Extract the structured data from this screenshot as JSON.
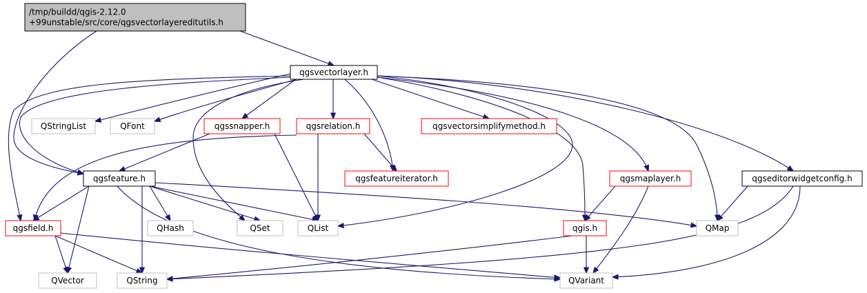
{
  "colors": {
    "edge": "#191970",
    "root_fill": "#bfbfbf",
    "root_border": "#000000",
    "documented_border": "#000000",
    "linked_border": "#ff0000",
    "external_border": "#bfbfbf",
    "node_fill": "#ffffff"
  },
  "nodes": [
    {
      "id": "root",
      "lines": [
        "/tmp/buildd/qgis-2.12.0",
        "+99unstable/src/core/qgsvectorlayereditutils.h"
      ],
      "kind": "root"
    },
    {
      "id": "qgsvectorlayer",
      "lines": [
        "qgsvectorlayer.h"
      ],
      "kind": "documented"
    },
    {
      "id": "qstringlist",
      "lines": [
        "QStringList"
      ],
      "kind": "external"
    },
    {
      "id": "qfont",
      "lines": [
        "QFont"
      ],
      "kind": "external"
    },
    {
      "id": "qgssnapper",
      "lines": [
        "qgssnapper.h"
      ],
      "kind": "linked"
    },
    {
      "id": "qgsrelation",
      "lines": [
        "qgsrelation.h"
      ],
      "kind": "linked"
    },
    {
      "id": "qgsvectorsimplifymethod",
      "lines": [
        "qgsvectorsimplifymethod.h"
      ],
      "kind": "linked"
    },
    {
      "id": "qgsfeature",
      "lines": [
        "qgsfeature.h"
      ],
      "kind": "documented"
    },
    {
      "id": "qgsfeatureiterator",
      "lines": [
        "qgsfeatureiterator.h"
      ],
      "kind": "linked"
    },
    {
      "id": "qgsmaplayer",
      "lines": [
        "qgsmaplayer.h"
      ],
      "kind": "linked"
    },
    {
      "id": "qgseditorwidgetconfig",
      "lines": [
        "qgseditorwidgetconfig.h"
      ],
      "kind": "documented"
    },
    {
      "id": "qgsfield",
      "lines": [
        "qgsfield.h"
      ],
      "kind": "linked"
    },
    {
      "id": "qhash",
      "lines": [
        "QHash"
      ],
      "kind": "external"
    },
    {
      "id": "qset",
      "lines": [
        "QSet"
      ],
      "kind": "external"
    },
    {
      "id": "qlist",
      "lines": [
        "QList"
      ],
      "kind": "external"
    },
    {
      "id": "qgis",
      "lines": [
        "qgis.h"
      ],
      "kind": "linked"
    },
    {
      "id": "qmap",
      "lines": [
        "QMap"
      ],
      "kind": "external"
    },
    {
      "id": "qvector",
      "lines": [
        "QVector"
      ],
      "kind": "external"
    },
    {
      "id": "qstring",
      "lines": [
        "QString"
      ],
      "kind": "external"
    },
    {
      "id": "qvariant",
      "lines": [
        "QVariant"
      ],
      "kind": "external"
    }
  ],
  "edges": [
    {
      "from": "root",
      "to": "qgsvectorlayer"
    },
    {
      "from": "root",
      "to": "qgsfeature"
    },
    {
      "from": "qgsvectorlayer",
      "to": "qstringlist"
    },
    {
      "from": "qgsvectorlayer",
      "to": "qfont"
    },
    {
      "from": "qgsvectorlayer",
      "to": "qgssnapper"
    },
    {
      "from": "qgsvectorlayer",
      "to": "qgsrelation"
    },
    {
      "from": "qgsvectorlayer",
      "to": "qgsvectorsimplifymethod"
    },
    {
      "from": "qgsvectorlayer",
      "to": "qgsfeatureiterator"
    },
    {
      "from": "qgsvectorlayer",
      "to": "qgsmaplayer"
    },
    {
      "from": "qgsvectorlayer",
      "to": "qgseditorwidgetconfig"
    },
    {
      "from": "qgsvectorlayer",
      "to": "qgsfeature"
    },
    {
      "from": "qgsvectorlayer",
      "to": "qgsfield"
    },
    {
      "from": "qgsvectorlayer",
      "to": "qset"
    },
    {
      "from": "qgsvectorlayer",
      "to": "qlist"
    },
    {
      "from": "qgsvectorlayer",
      "to": "qgis"
    },
    {
      "from": "qgsvectorlayer",
      "to": "qmap"
    },
    {
      "from": "qgssnapper",
      "to": "qgsfeature"
    },
    {
      "from": "qgssnapper",
      "to": "qlist"
    },
    {
      "from": "qgsrelation",
      "to": "qgsfield"
    },
    {
      "from": "qgsrelation",
      "to": "qgsfeatureiterator"
    },
    {
      "from": "qgsrelation",
      "to": "qlist"
    },
    {
      "from": "qgsfeature",
      "to": "qgsfield"
    },
    {
      "from": "qgsfeature",
      "to": "qhash"
    },
    {
      "from": "qgsfeature",
      "to": "qset"
    },
    {
      "from": "qgsfeature",
      "to": "qlist"
    },
    {
      "from": "qgsfeature",
      "to": "qmap"
    },
    {
      "from": "qgsfeature",
      "to": "qvector"
    },
    {
      "from": "qgsfeature",
      "to": "qstring"
    },
    {
      "from": "qgsfeature",
      "to": "qvariant"
    },
    {
      "from": "qgsmaplayer",
      "to": "qgis"
    },
    {
      "from": "qgsmaplayer",
      "to": "qvariant"
    },
    {
      "from": "qgseditorwidgetconfig",
      "to": "qmap"
    },
    {
      "from": "qgseditorwidgetconfig",
      "to": "qstring"
    },
    {
      "from": "qgseditorwidgetconfig",
      "to": "qvariant"
    },
    {
      "from": "qgsfield",
      "to": "qvector"
    },
    {
      "from": "qgsfield",
      "to": "qstring"
    },
    {
      "from": "qgsfield",
      "to": "qvariant"
    },
    {
      "from": "qgis",
      "to": "qstring"
    },
    {
      "from": "qgis",
      "to": "qvariant"
    }
  ]
}
